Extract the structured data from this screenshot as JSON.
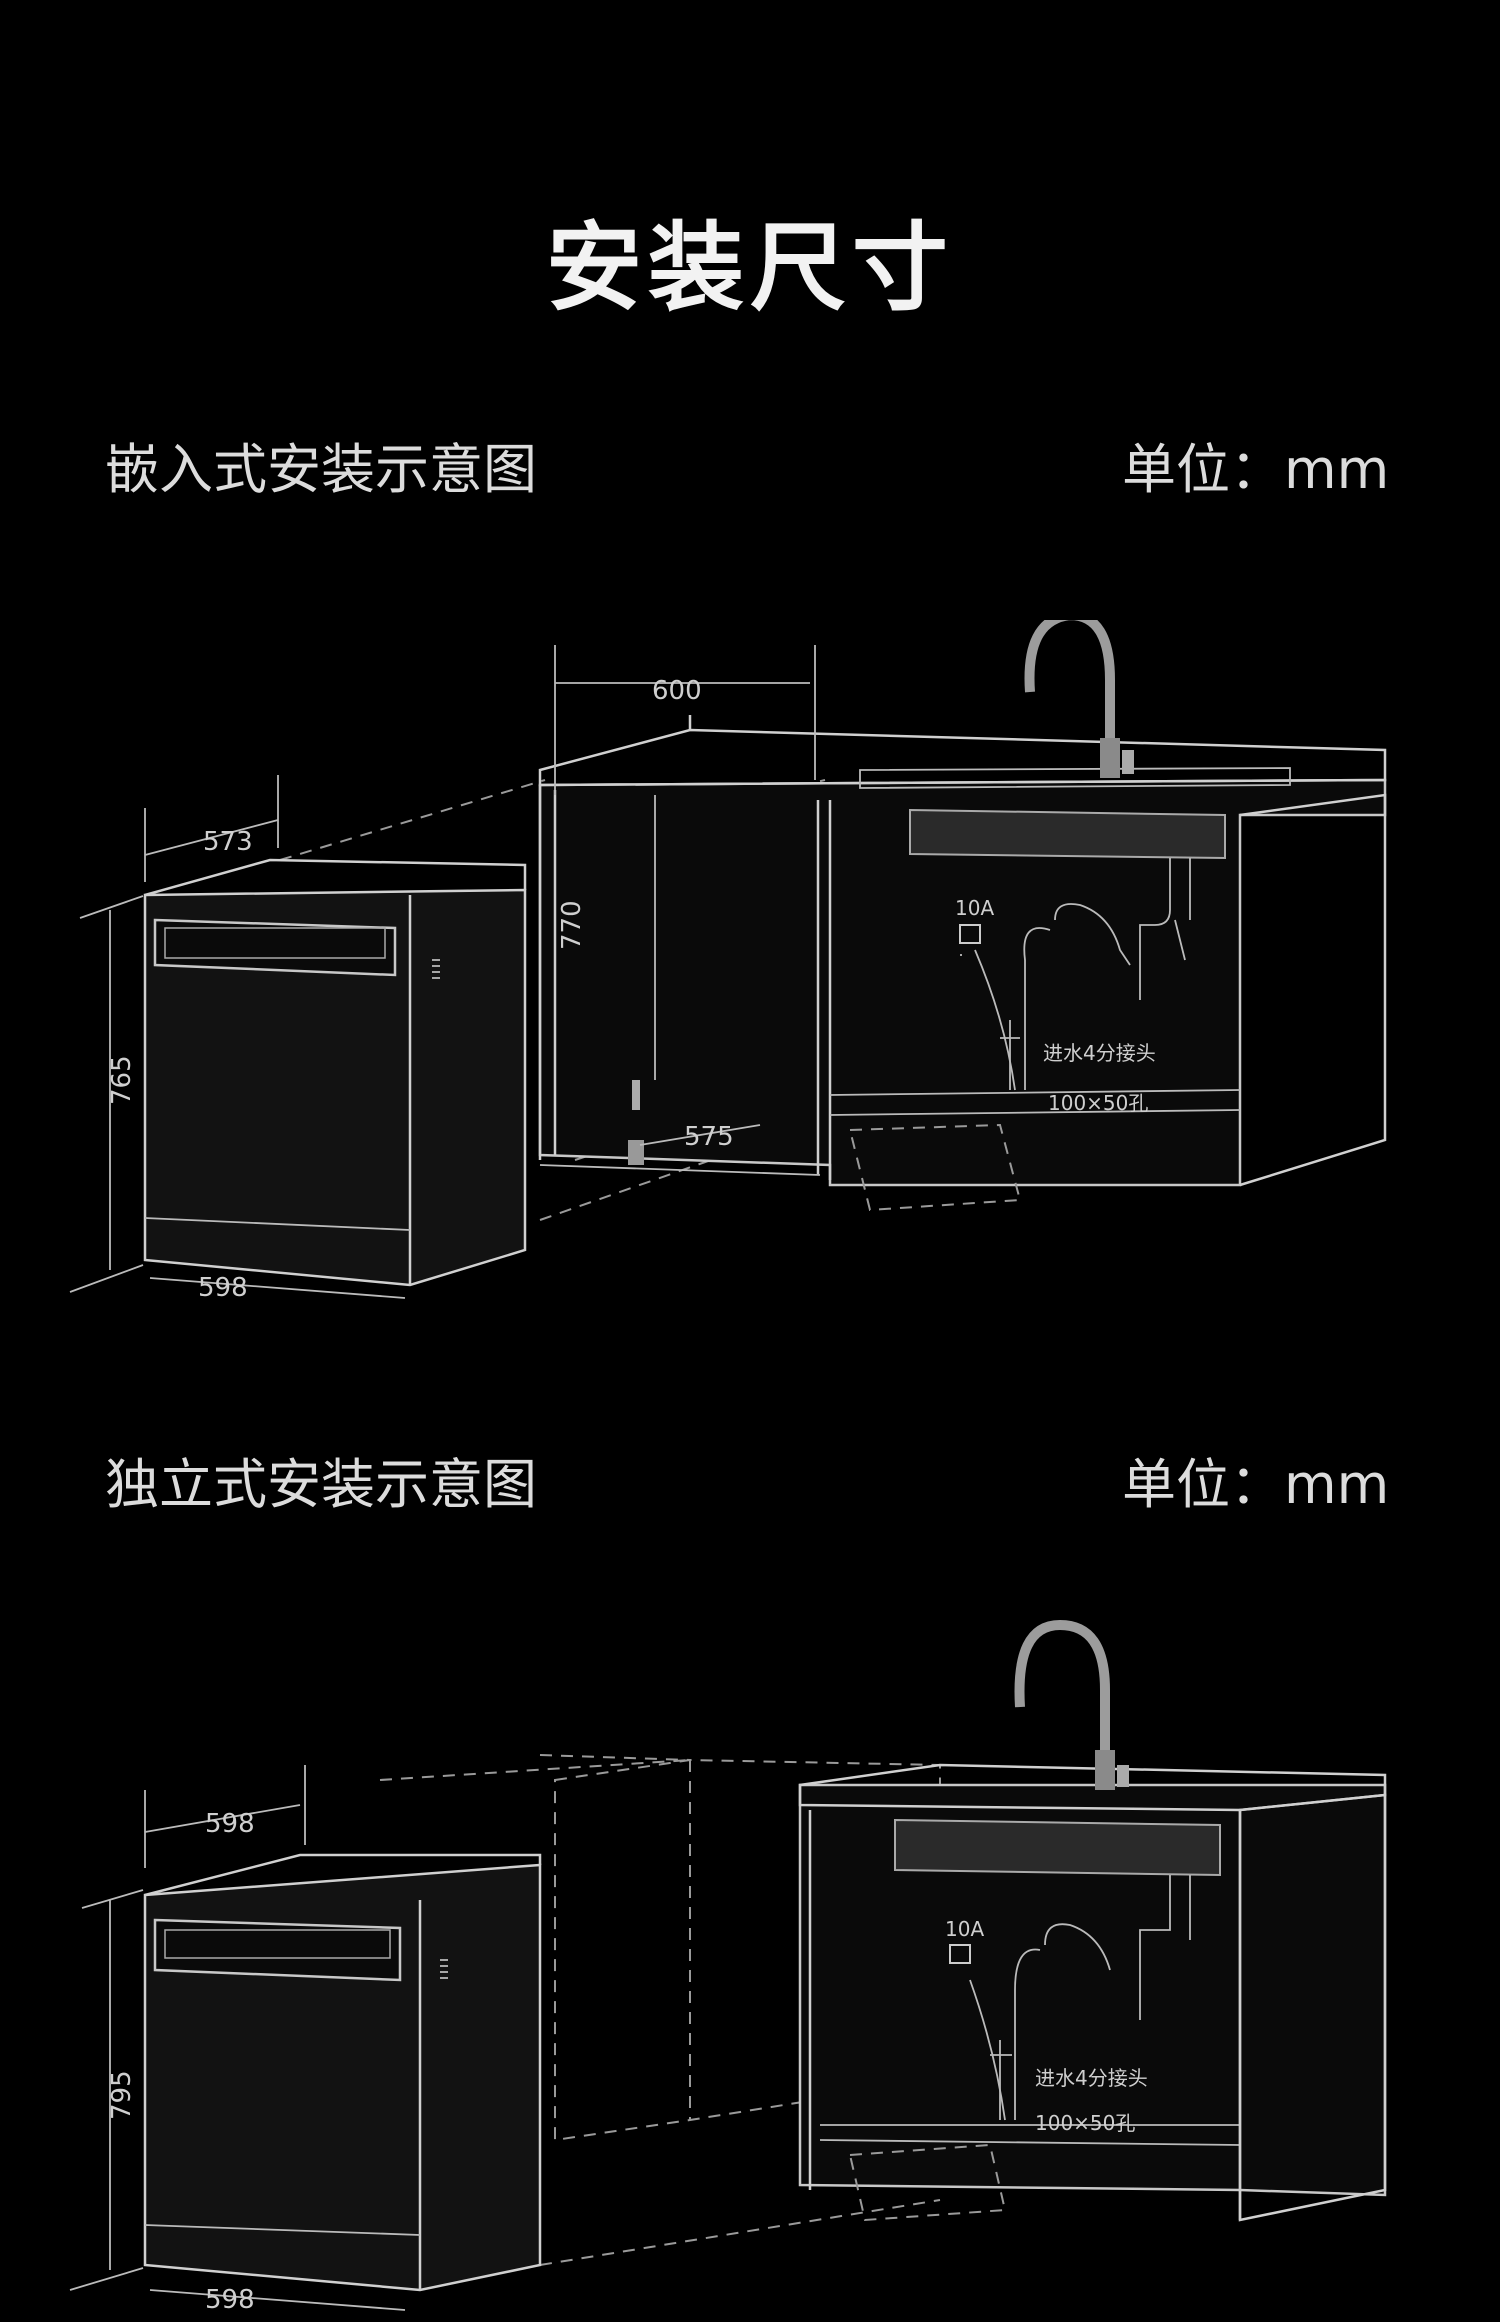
{
  "page_title": "安装尺寸",
  "sections": [
    {
      "title": "嵌入式安装示意图",
      "unit": "单位：mm",
      "dims": {
        "cabinet_width": "600",
        "cabinet_height": "770",
        "cabinet_depth": "575",
        "machine_depth": "573",
        "machine_height": "765",
        "machine_width": "598"
      },
      "labels": {
        "socket": "10A",
        "water_inlet": "进水4分接头",
        "hole": "100×50孔"
      }
    },
    {
      "title": "独立式安装示意图",
      "unit": "单位：mm",
      "dims": {
        "machine_depth": "598",
        "machine_height": "795",
        "machine_width": "598"
      },
      "labels": {
        "socket": "10A",
        "water_inlet": "进水4分接头",
        "hole": "100×50孔"
      }
    }
  ]
}
